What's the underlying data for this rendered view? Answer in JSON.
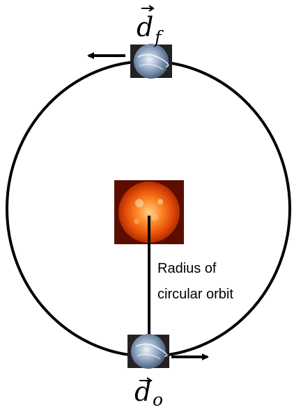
{
  "labels": {
    "top_vector": "d",
    "top_subscript": "f",
    "bottom_vector": "d",
    "bottom_subscript": "o",
    "radius_line1": "Radius of",
    "radius_line2": "circular orbit"
  },
  "colors": {
    "orbit": "#000000",
    "sun_core": "#ffb15a",
    "sun_edge": "#d43a00",
    "sun_bg": "#5b0e00",
    "planet_base": "#6d86a7",
    "planet_light": "#dce6f2"
  },
  "icons": {
    "top_arrow": "arrow-left-icon",
    "bottom_arrow": "arrow-right-icon",
    "vector_arrow": "vector-arrow-icon"
  }
}
